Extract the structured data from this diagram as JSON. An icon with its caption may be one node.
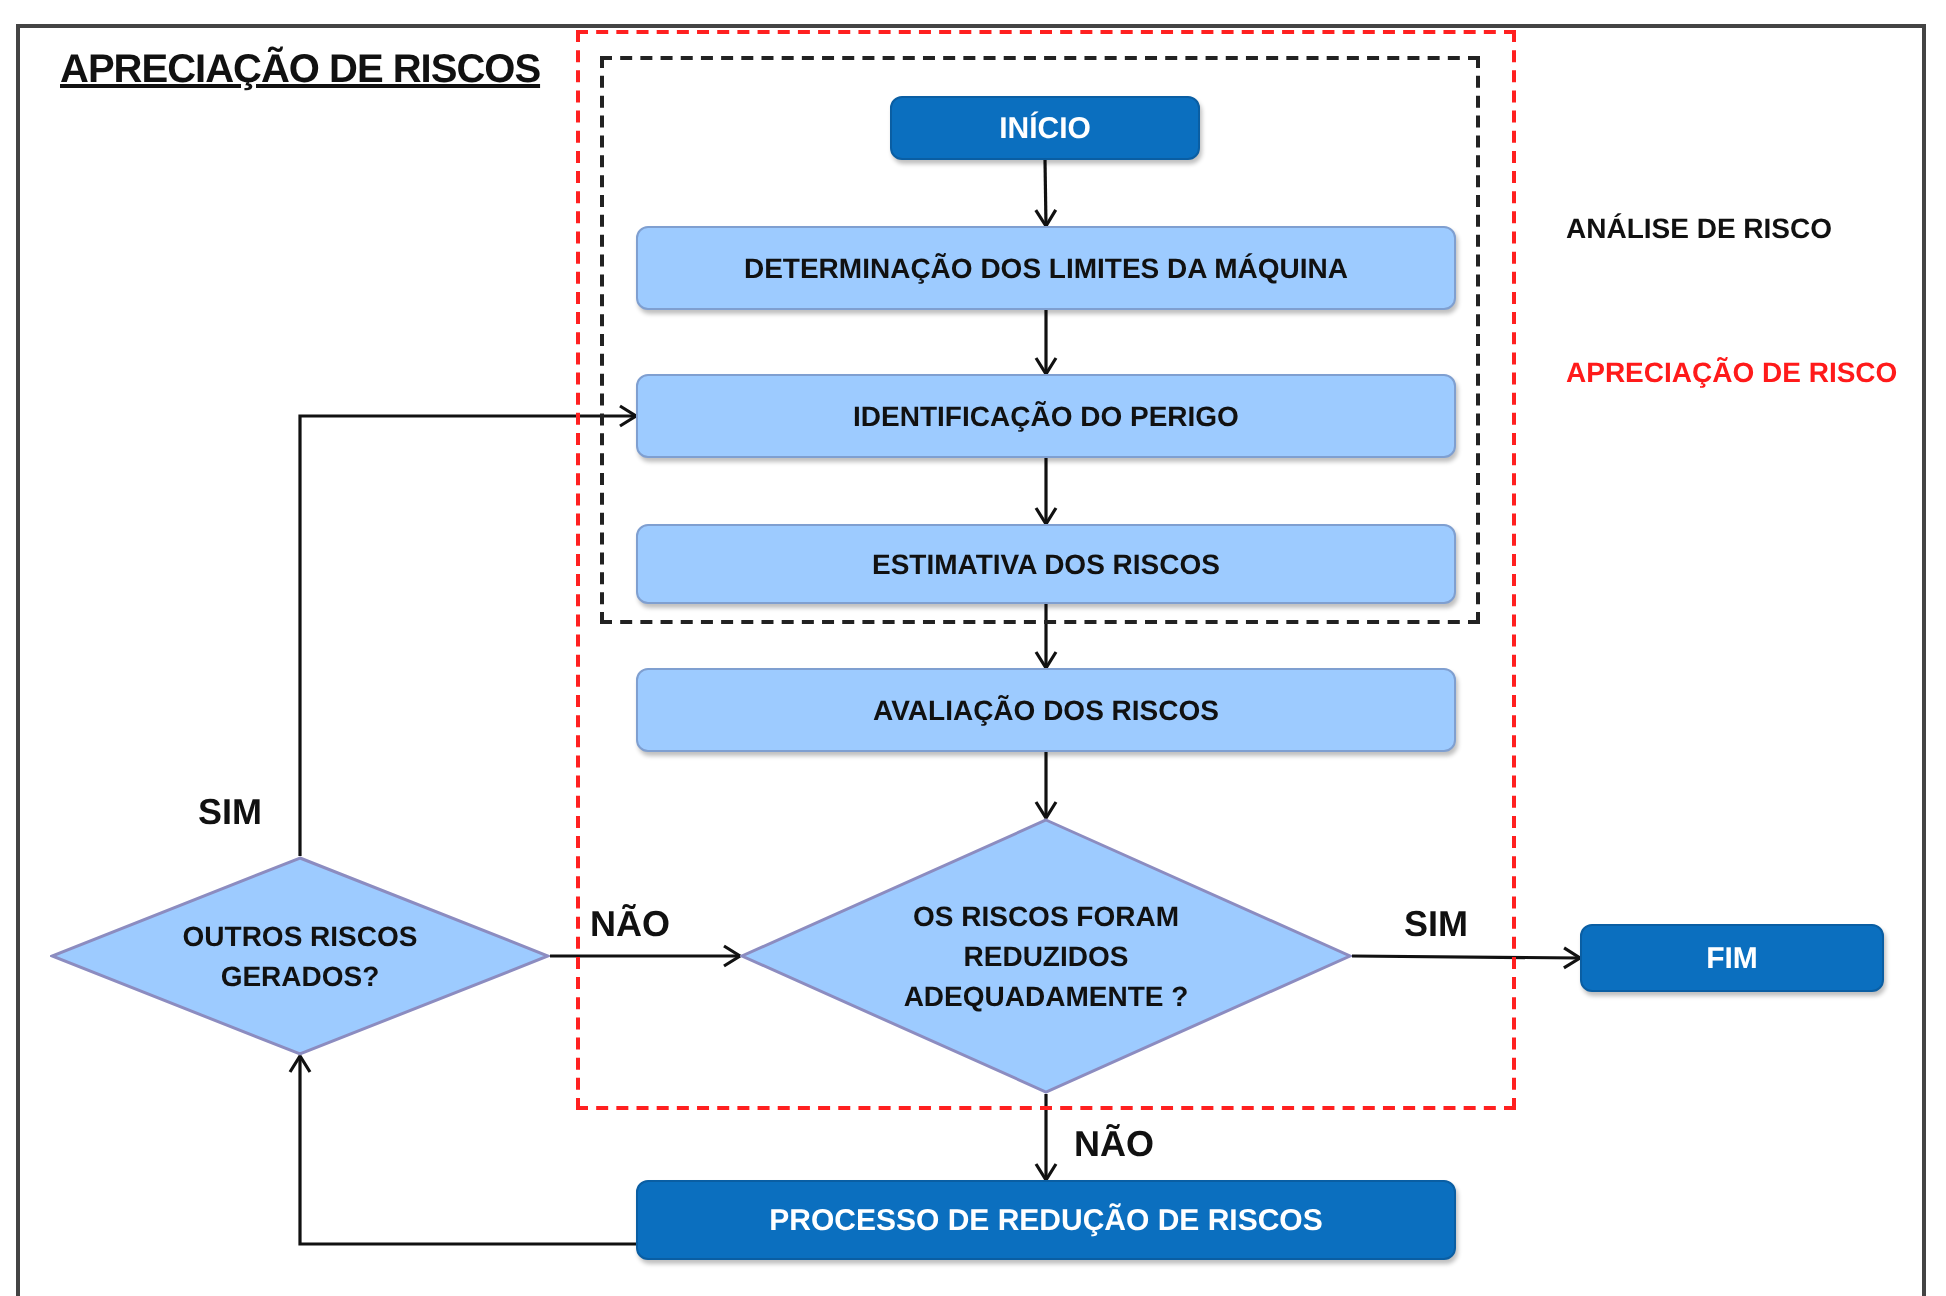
{
  "diagram": {
    "title": "APRECIAÇÃO DE RISCOS",
    "nodes": [
      {
        "text": [],
        "shape": "box",
        "beside": [
          "APRECIAÇÃO DE RISCO"
        ]
      },
      {
        "text": [],
        "shape": "box",
        "in": 0,
        "beside": [
          "ANÁLISE DE RISCO"
        ]
      },
      {
        "text": [
          "INÍCIO"
        ],
        "in": 1
      },
      {
        "text": [
          "DETERMINAÇÃO DOS LIMITES DA MÁQUINA"
        ],
        "in": 1
      },
      {
        "text": [
          "IDENTIFICAÇÃO DO PERIGO"
        ],
        "in": 1
      },
      {
        "text": [
          "ESTIMATIVA DOS RISCOS"
        ],
        "in": 1
      },
      {
        "text": [
          "AVALIAÇÃO DOS RISCOS"
        ],
        "in": 0
      },
      {
        "text": [
          "OS RISCOS FORAM REDUZIDOS ADEQUADAMENTE ?"
        ],
        "in": 0
      },
      {
        "text": [
          "OUTROS RISCOS GERADOS?"
        ]
      },
      {
        "text": [
          "FIM"
        ]
      },
      {
        "text": [
          "PROCESSO DE REDUÇÃO DE RISCOS"
        ]
      }
    ],
    "edges": [
      {
        "from": 2,
        "to": 3,
        "arrow": "to"
      },
      {
        "from": 3,
        "to": 4,
        "arrow": "to"
      },
      {
        "from": 4,
        "to": 5,
        "arrow": "to"
      },
      {
        "from": 5,
        "to": 6,
        "arrow": "to"
      },
      {
        "from": 6,
        "to": 7,
        "arrow": "to"
      },
      {
        "from": 7,
        "to": 9,
        "arrow": "to",
        "label": "SIM"
      },
      {
        "from": 7,
        "to": 10,
        "arrow": "to",
        "label": "NÃO"
      },
      {
        "from": 10,
        "to": 8,
        "arrow": "to"
      },
      {
        "from": 8,
        "to": 4,
        "arrow": "to",
        "label": "SIM"
      },
      {
        "from": 8,
        "to": 7,
        "arrow": "to",
        "label": "NÃO"
      }
    ]
  }
}
